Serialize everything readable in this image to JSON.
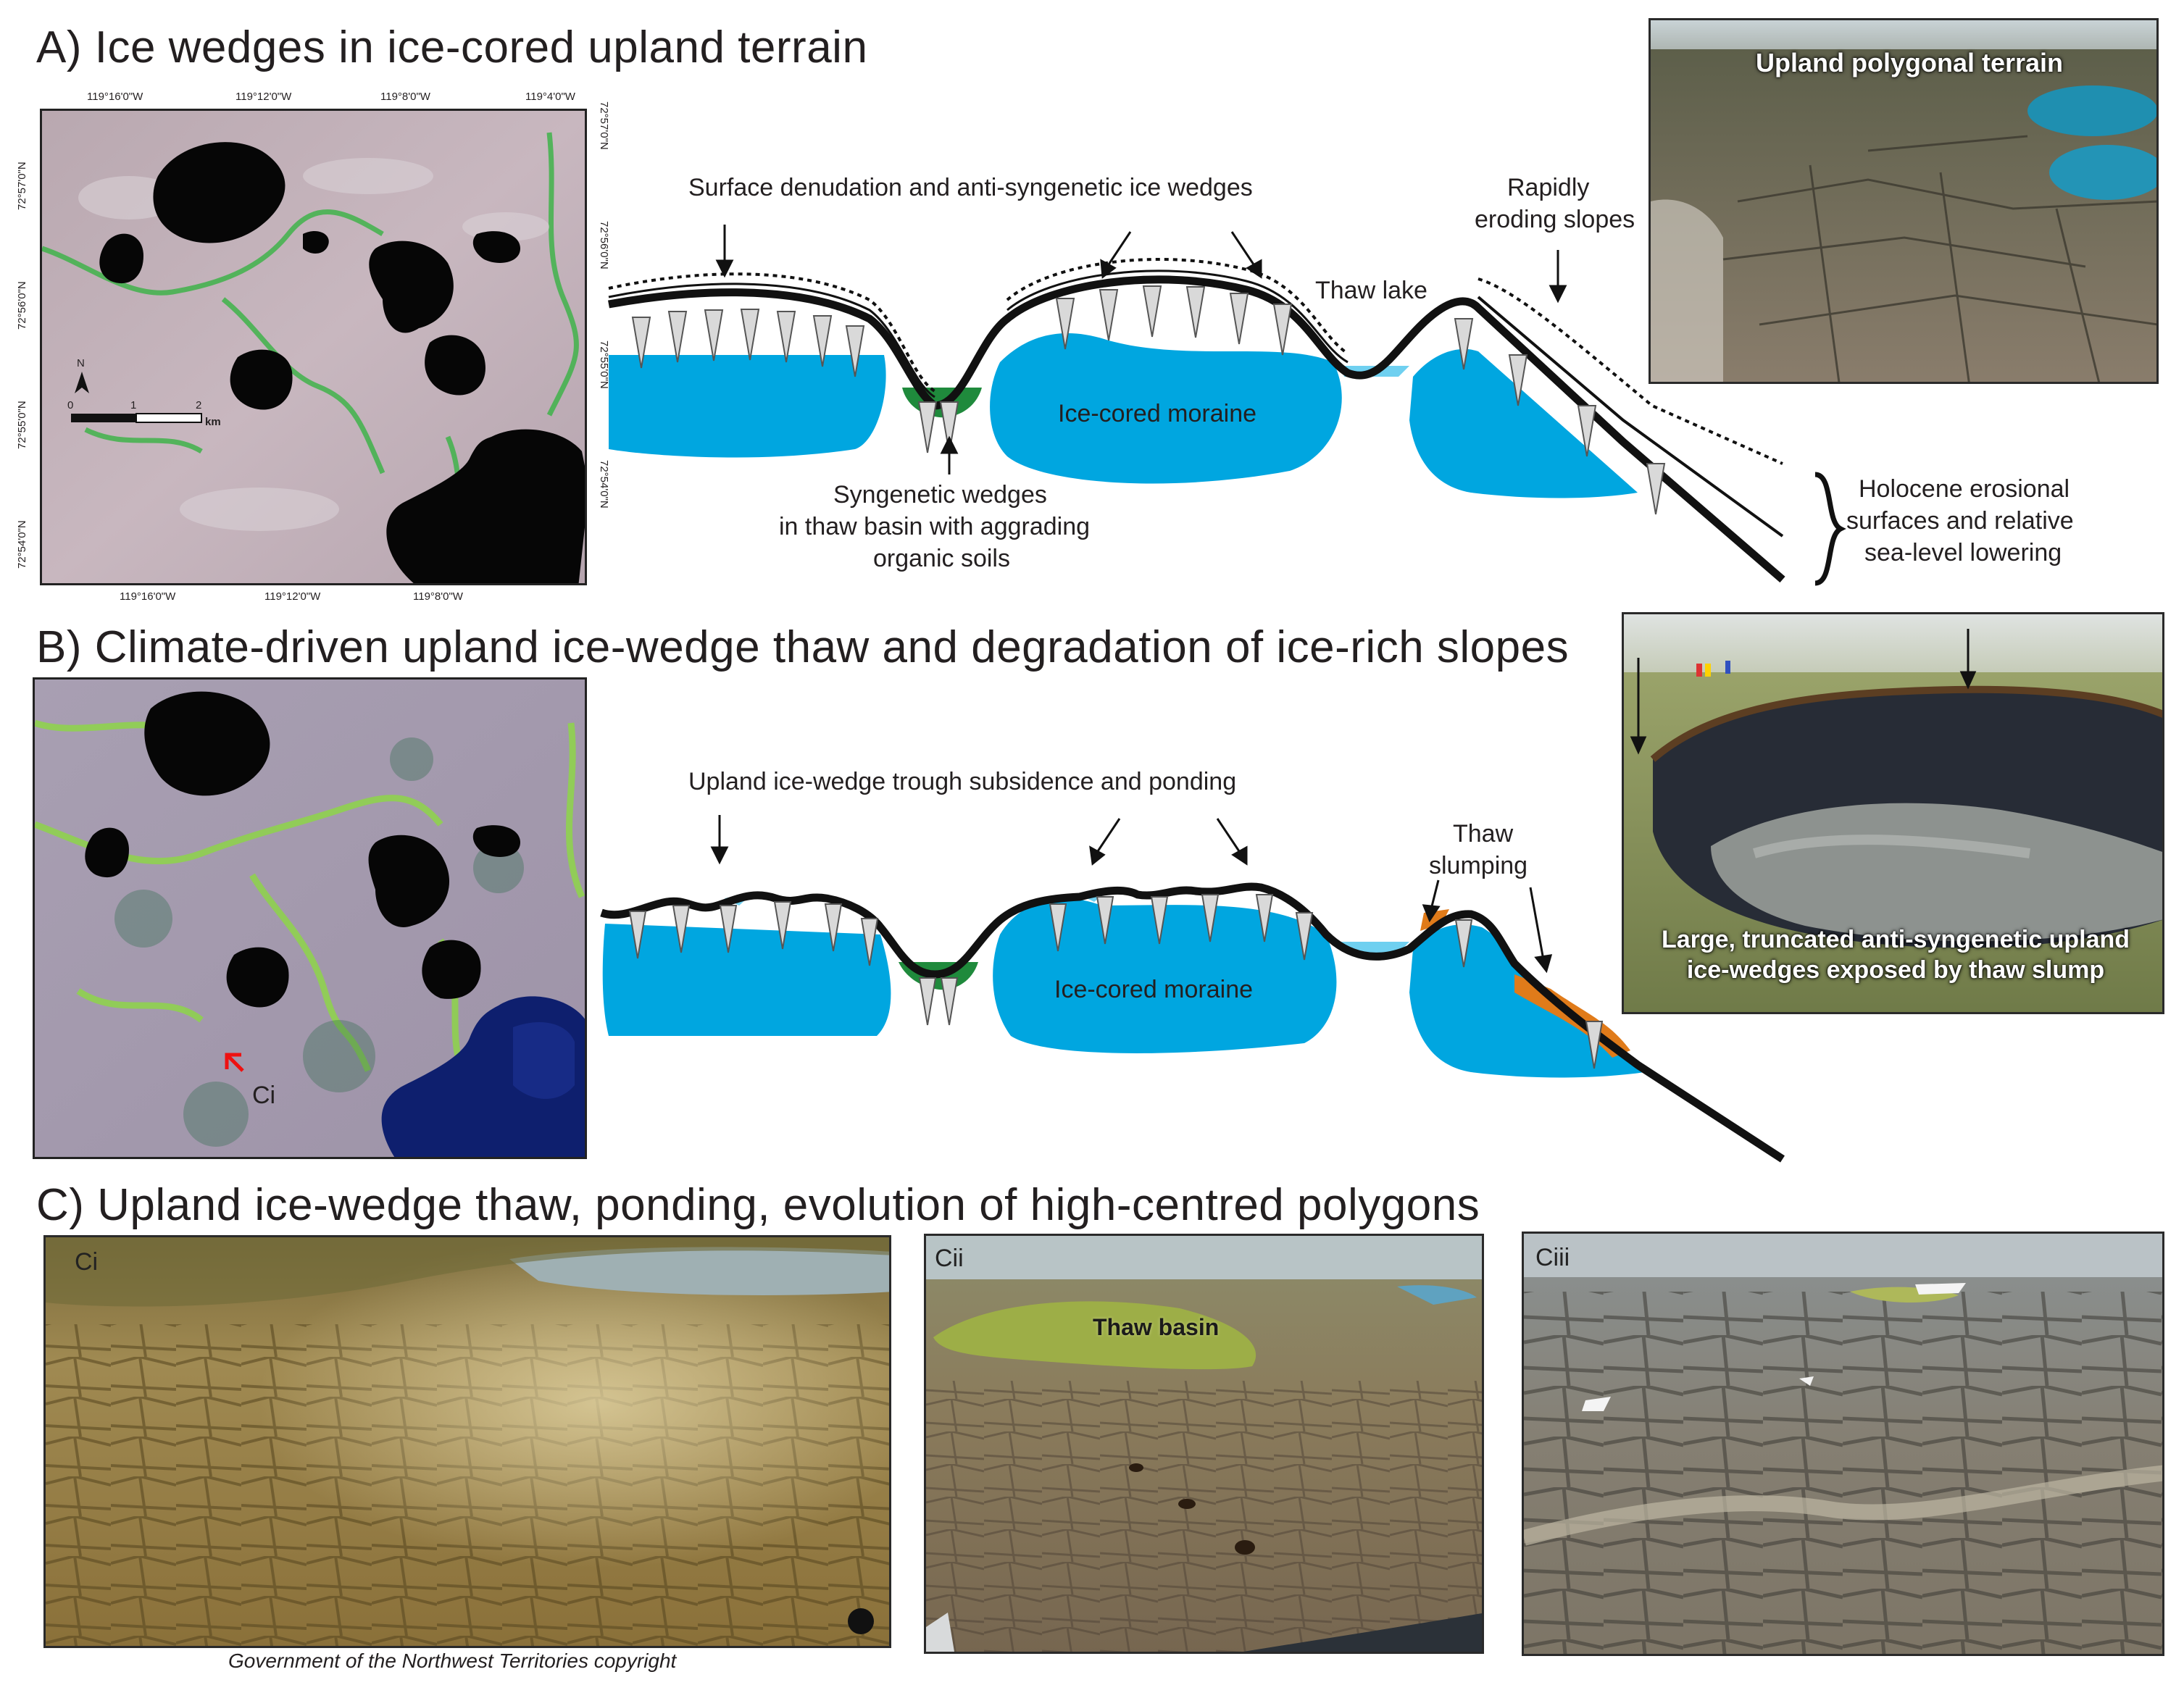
{
  "panels": {
    "a": {
      "title": "A) Ice wedges in ice-cored upland terrain",
      "map_coords_top": [
        "119°16'0\"W",
        "119°12'0\"W",
        "119°8'0\"W",
        "119°4'0\"W"
      ],
      "map_coords_bottom": [
        "119°16'0\"W",
        "119°12'0\"W",
        "119°8'0\"W"
      ],
      "map_coords_left": [
        "72°57'0\"N",
        "72°56'0\"N",
        "72°55'0\"N",
        "72°54'0\"N"
      ],
      "map_coords_right": [
        "72°57'0\"N",
        "72°56'0\"N",
        "72°55'0\"N",
        "72°54'0\"N"
      ],
      "scale": {
        "labels": [
          "0",
          "1",
          "2"
        ],
        "unit": "km",
        "north": "N"
      },
      "annotations": {
        "surface_denudation": "Surface denudation and anti-syngenetic ice wedges",
        "rapidly_eroding_1": "Rapidly",
        "rapidly_eroding_2": "eroding slopes",
        "thaw_lake": "Thaw lake",
        "moraine": "Ice-cored moraine",
        "syngenetic_1": "Syngenetic wedges",
        "syngenetic_2": "in thaw basin with aggrading",
        "syngenetic_3": "organic soils",
        "holocene_1": "Holocene erosional",
        "holocene_2": "surfaces and relative",
        "holocene_3": "sea-level lowering"
      },
      "photo_caption": "Upland polygonal terrain"
    },
    "b": {
      "title": "B) Climate-driven upland ice-wedge thaw and degradation of ice-rich slopes",
      "annotations": {
        "trough": "Upland ice-wedge trough subsidence and ponding",
        "thaw_1": "Thaw",
        "thaw_2": "slumping",
        "moraine": "Ice-cored moraine"
      },
      "map_marker": "Ci",
      "photo_caption_1": "Large, truncated anti-syngenetic upland",
      "photo_caption_2": "ice-wedges exposed by thaw slump"
    },
    "c": {
      "title": "C) Upland ice-wedge thaw, ponding, evolution of high-centred polygons",
      "photos": [
        {
          "tag": "Ci",
          "credit": "Government of the Northwest Territories copyright"
        },
        {
          "tag": "Cii",
          "caption": "Thaw basin"
        },
        {
          "tag": "Ciii"
        }
      ]
    }
  },
  "colors": {
    "ice": "#00a6e0",
    "basin": "#1f8a3c",
    "slump": "#e07b1a",
    "lake": "#6fd0f0"
  }
}
